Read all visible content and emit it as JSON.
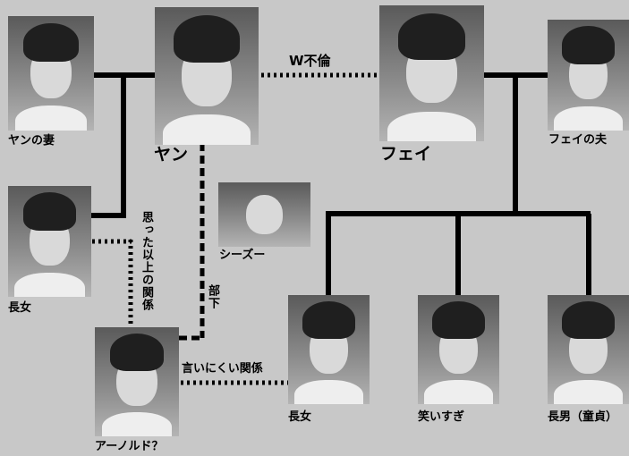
{
  "people": {
    "yan_wife": "ヤンの妻",
    "yan": "ヤン",
    "fei": "フェイ",
    "fei_husband": "フェイの夫",
    "chojo_left": "長女",
    "shih_tzu": "シーズー",
    "arnold": "アーノルド？",
    "chojo_center": "長女",
    "waraisugi": "笑いすぎ",
    "chonan": "長男（童貞）"
  },
  "relations": {
    "w_affair": "W不倫",
    "more_than_expected": "思った以上の関係",
    "subordinate": "部下",
    "hard_to_say": "言いにくい関係"
  }
}
